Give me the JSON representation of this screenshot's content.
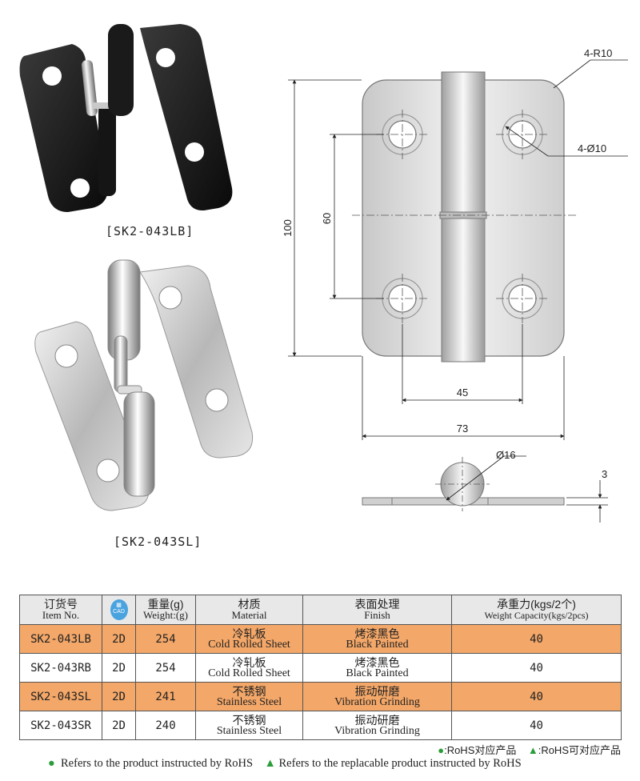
{
  "labels": {
    "top_product": "[SK2-043LB]",
    "bottom_product": "[SK2-043SL]"
  },
  "drawing": {
    "radius_note": "4-R10",
    "hole_note": "4-Ø10",
    "dim_height": "100",
    "dim_hole_spacing_v": "60",
    "dim_hole_spacing_h": "45",
    "dim_width": "73",
    "dim_pin_diameter": "Ø16",
    "dim_thickness": "3"
  },
  "table": {
    "headers": [
      {
        "cn": "订货号",
        "en": "Item No."
      },
      {
        "cn": "",
        "en": "CAD",
        "icon": "cad-icon"
      },
      {
        "cn": "重量(g)",
        "en": "Weight:(g)"
      },
      {
        "cn": "材质",
        "en": "Material"
      },
      {
        "cn": "表面处理",
        "en": "Finish"
      },
      {
        "cn": "承重力(kgs/2个)",
        "en": "Weight Capacity(kgs/2pcs)"
      }
    ],
    "rows": [
      {
        "item": "SK2-043LB",
        "cad": "2D",
        "weight": "254",
        "material_cn": "冷轧板",
        "material_en": "Cold Rolled Sheet",
        "finish_cn": "烤漆黑色",
        "finish_en": "Black Painted",
        "capacity": "40",
        "highlight": true
      },
      {
        "item": "SK2-043RB",
        "cad": "2D",
        "weight": "254",
        "material_cn": "冷轧板",
        "material_en": "Cold Rolled Sheet",
        "finish_cn": "烤漆黑色",
        "finish_en": "Black Painted",
        "capacity": "40",
        "highlight": false
      },
      {
        "item": "SK2-043SL",
        "cad": "2D",
        "weight": "241",
        "material_cn": "不锈钢",
        "material_en": "Stainless Steel",
        "finish_cn": "振动研磨",
        "finish_en": "Vibration Grinding",
        "capacity": "40",
        "highlight": true
      },
      {
        "item": "SK2-043SR",
        "cad": "2D",
        "weight": "240",
        "material_cn": "不锈钢",
        "material_en": "Stainless Steel",
        "finish_cn": "振动研磨",
        "finish_en": "Vibration Grinding",
        "capacity": "40",
        "highlight": false
      }
    ]
  },
  "footer": {
    "rohs_cn": ":RoHS对应产品",
    "rohs_replace_cn": ":RoHS可对应产品",
    "rohs_en": "Refers to the product instructed by RoHS",
    "rohs_replace_en": "Refers to the replacable product instructed by RoHS"
  },
  "colors": {
    "highlight_row": "#f3a768",
    "rohs_marker": "#2a9d3a"
  }
}
